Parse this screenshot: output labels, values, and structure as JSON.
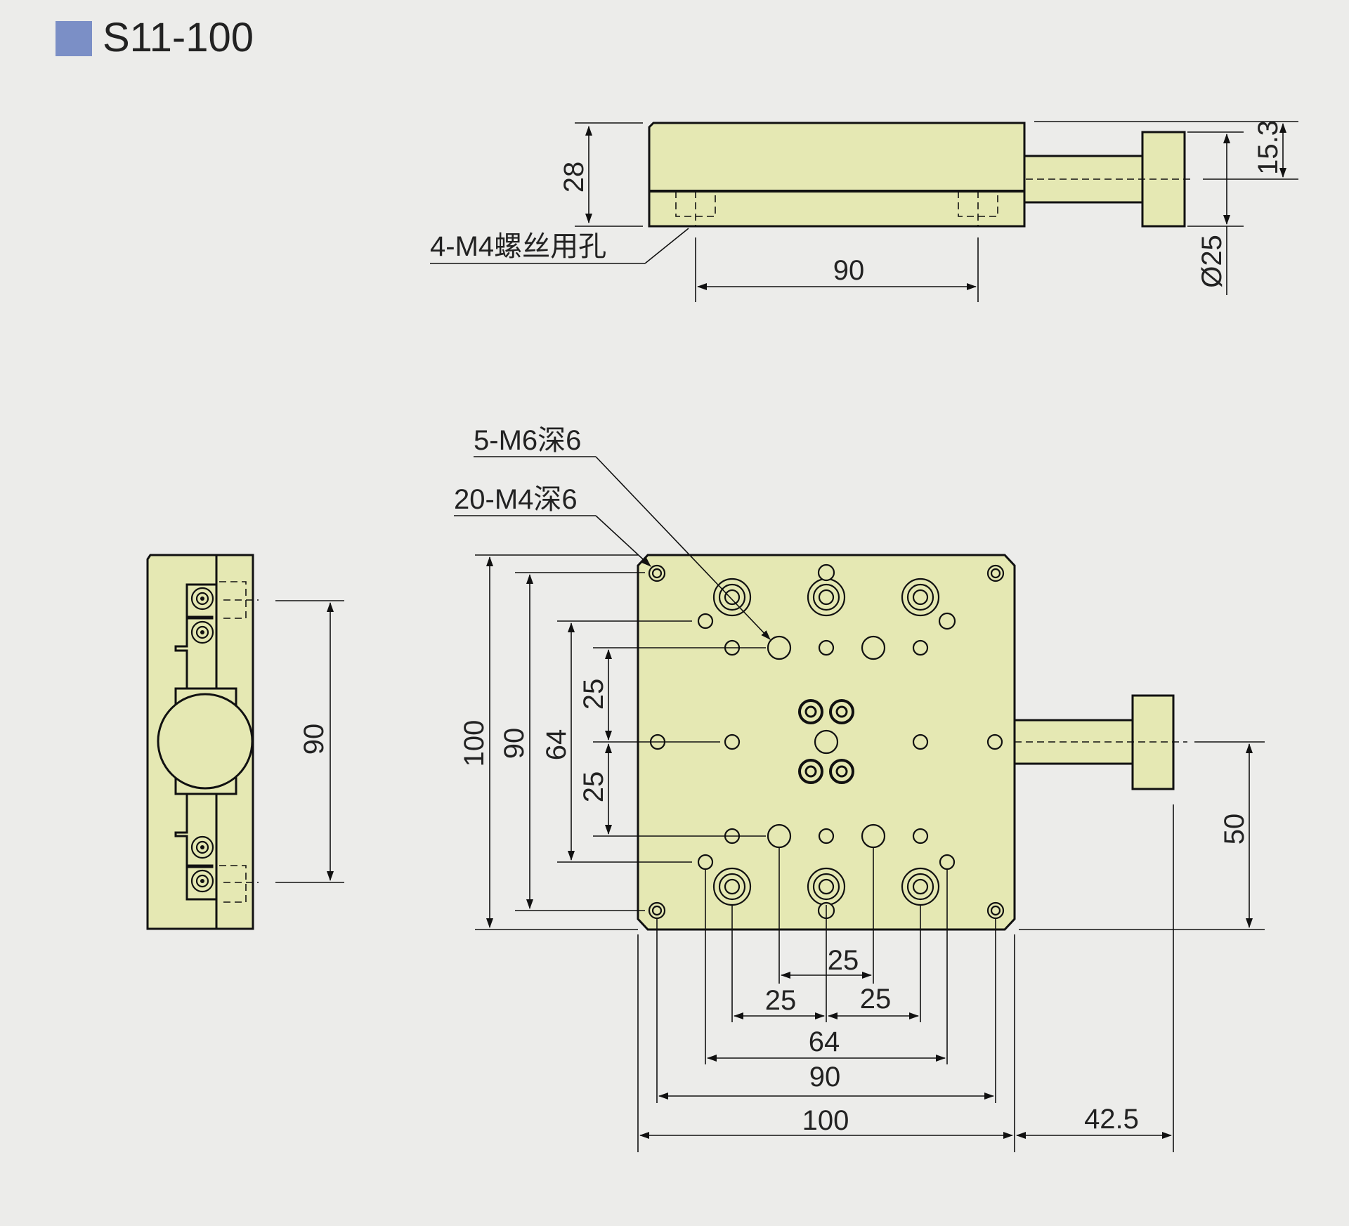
{
  "title": {
    "text": "S11-100",
    "marker_color": "#7b8fc6"
  },
  "part_color": "#e5e8b3",
  "side_view": {
    "height_label": "28",
    "hole_callout": "4-M4螺丝用孔",
    "hole_spacing_label": "90",
    "knob_offset_label": "15.3",
    "knob_diameter_label": "Ø25"
  },
  "end_view": {
    "hole_spacing_label": "90"
  },
  "top_view": {
    "callout_m6": "5-M6深6",
    "callout_m4": "20-M4深6",
    "vertical_dims": {
      "overall": "100",
      "outer_holes": "90",
      "inner_holes": "64",
      "upper_pitch": "25",
      "lower_pitch": "25"
    },
    "horizontal_dims": {
      "pitch_top": "25",
      "pitch_left": "25",
      "pitch_right": "25",
      "inner": "64",
      "outer": "90",
      "overall": "100",
      "knob_extension": "42.5"
    },
    "knob_height_label": "50"
  }
}
